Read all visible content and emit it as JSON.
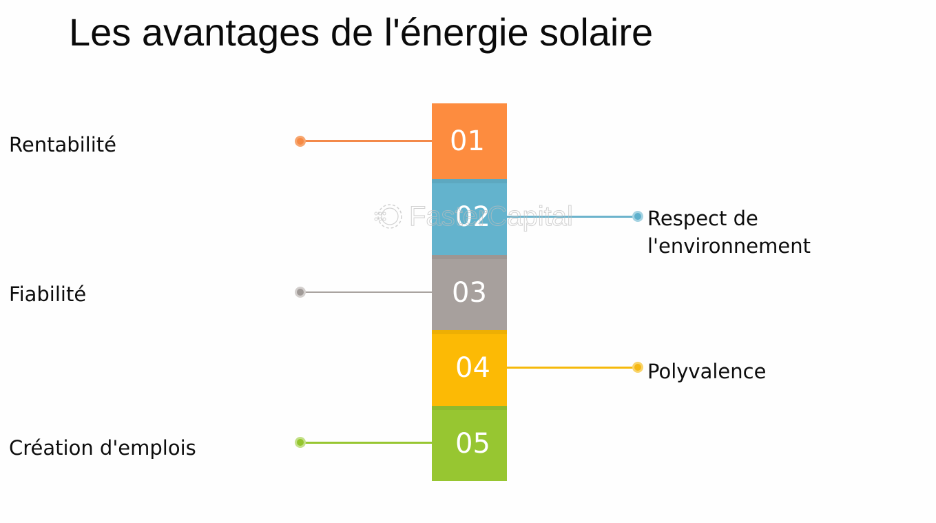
{
  "title": "Les avantages de l'énergie solaire",
  "watermark": "FasterCapital",
  "items": [
    {
      "number": "01",
      "label": "Rentabilité",
      "side": "left",
      "color": "#fd8c3f"
    },
    {
      "number": "02",
      "label_line1": "Respect de",
      "label_line2": "l'environnement",
      "side": "right",
      "color": "#63b3cd"
    },
    {
      "number": "03",
      "label": "Fiabilité",
      "side": "left",
      "color": "#a7a09d"
    },
    {
      "number": "04",
      "label": "Polyvalence",
      "side": "right",
      "color": "#fcba05"
    },
    {
      "number": "05",
      "label": "Création d'emplois",
      "side": "left",
      "color": "#97c631"
    }
  ]
}
